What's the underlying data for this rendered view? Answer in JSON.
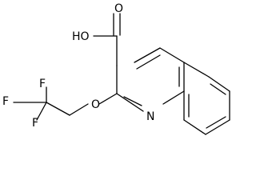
{
  "molecule": {
    "labels": {
      "carboxyl_oxygen": "O",
      "hydroxyl": "HO",
      "ring_nitrogen": "N",
      "ether_oxygen": "O",
      "fluorine_top": "F",
      "fluorine_left": "F",
      "fluorine_bottom": "F"
    },
    "colors": {
      "bond": "#000000",
      "text": "#000000",
      "background": "#ffffff"
    }
  }
}
